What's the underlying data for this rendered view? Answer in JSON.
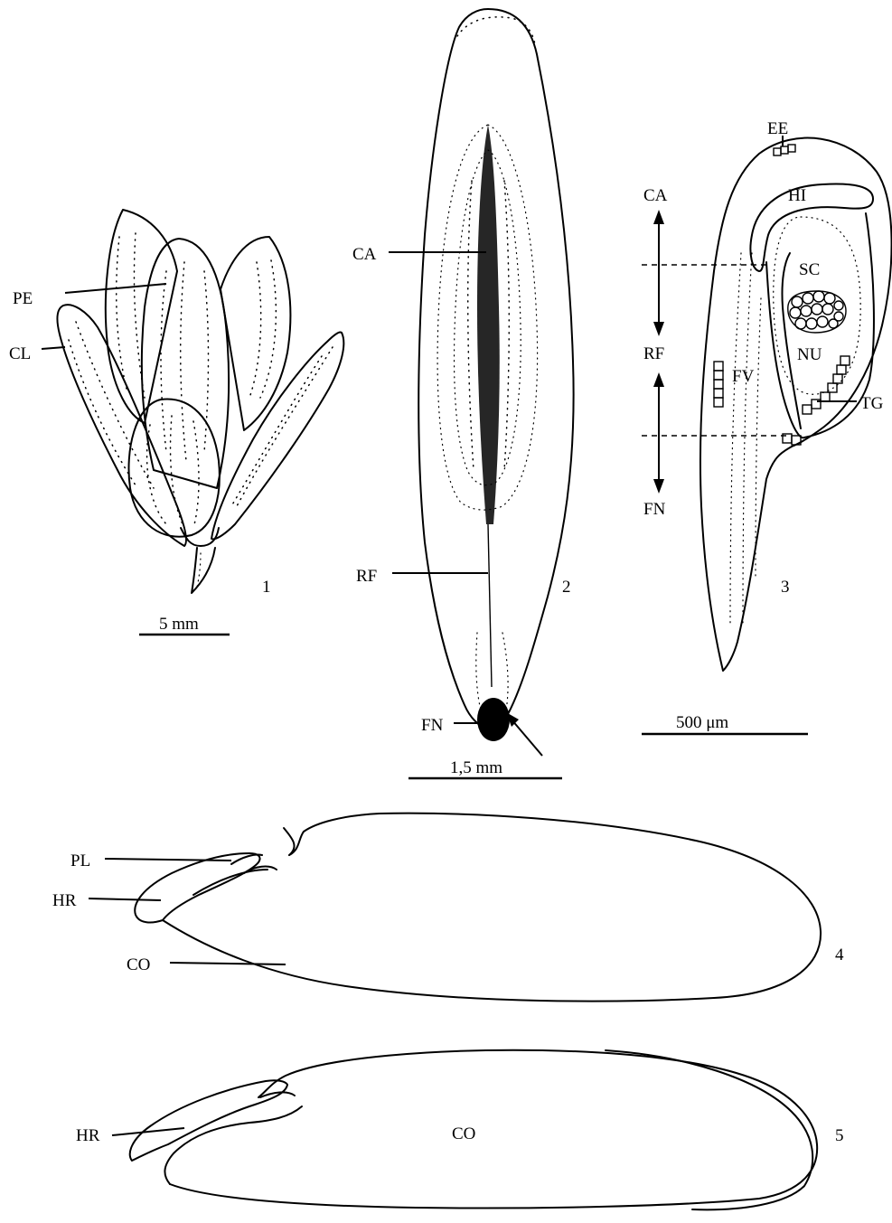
{
  "figure_1": {
    "number": "1",
    "labels": {
      "pe": "PE",
      "cl": "CL"
    },
    "scale": "5 mm"
  },
  "figure_2": {
    "number": "2",
    "labels": {
      "ca": "CA",
      "rf": "RF",
      "fn": "FN"
    },
    "scale": "1,5 mm"
  },
  "figure_3": {
    "number": "3",
    "labels": {
      "ee": "EE",
      "hi": "HI",
      "sc": "SC",
      "nu": "NU",
      "fv": "FV",
      "tg": "TG"
    },
    "axis": {
      "ca": "CA",
      "rf": "RF",
      "fn": "FN"
    },
    "scale": "500 μm"
  },
  "figure_4": {
    "number": "4",
    "labels": {
      "pl": "PL",
      "hr": "HR",
      "co": "CO"
    }
  },
  "figure_5": {
    "number": "5",
    "labels": {
      "hr": "HR",
      "co": "CO"
    }
  }
}
